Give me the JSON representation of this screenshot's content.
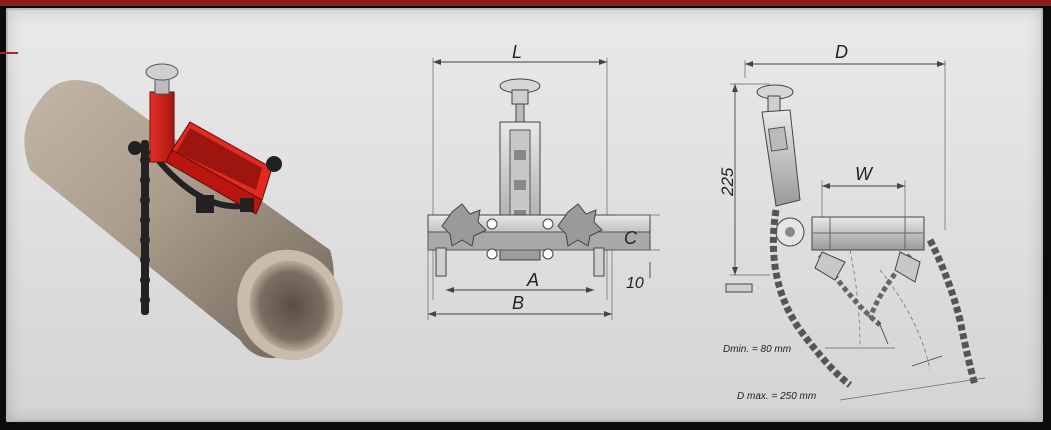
{
  "front_view": {
    "label_L": "L",
    "label_A": "A",
    "label_B": "B",
    "label_C": "C",
    "label_10": "10"
  },
  "side_view": {
    "label_D": "D",
    "label_W": "W",
    "label_225": "225",
    "dmin_text": "Dmin. = 80 mm",
    "dmax_text": "D max. = 250 mm"
  },
  "colors": {
    "clamp_red": "#d2211d",
    "pipe_tan": "#a99c8c",
    "frame_red": "#8e1d22"
  }
}
